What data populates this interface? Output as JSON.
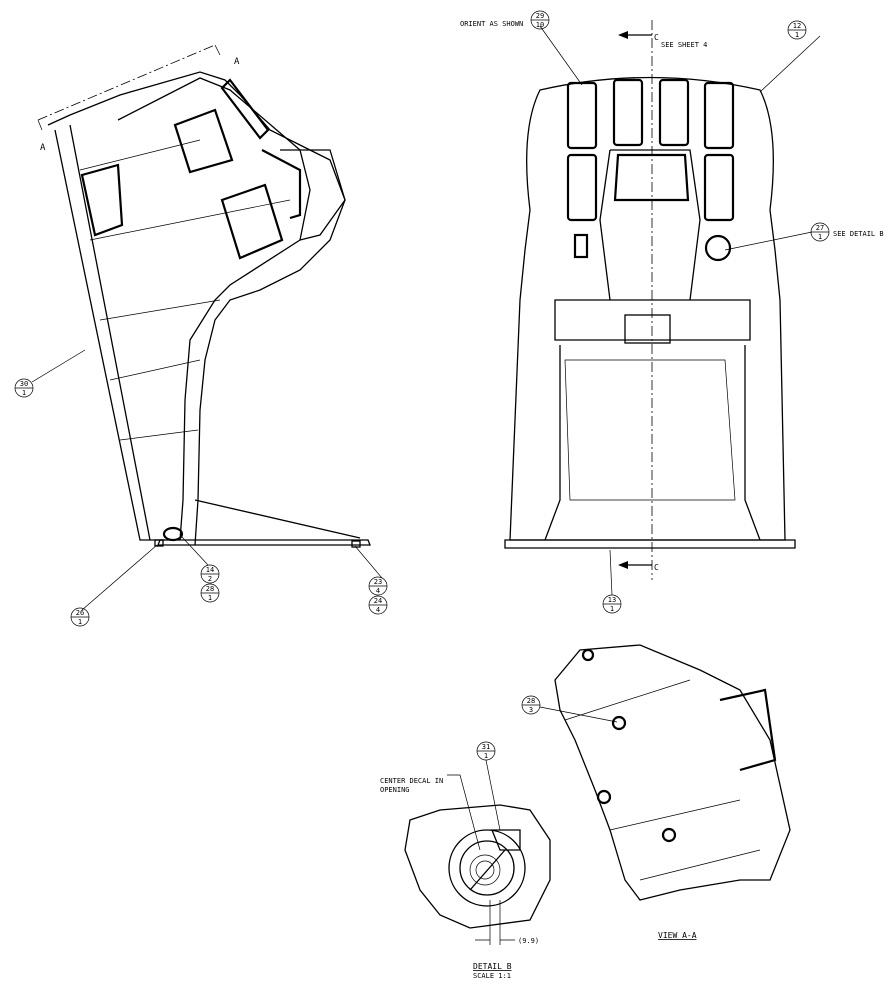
{
  "drawing": {
    "notes": {
      "orient": "ORIENT AS SHOWN",
      "see_sheet": "SEE SHEET 4",
      "see_detail": "SEE DETAIL B",
      "center_decal": [
        "CENTER DECAL IN",
        "OPENING"
      ],
      "dimension": "(9.9)"
    },
    "section_labels": {
      "section_c_top": "C",
      "section_c_bottom": "C",
      "view_a_left": "A",
      "view_a_right": "A"
    },
    "view_titles": {
      "view_aa": "VIEW  A-A",
      "detail_b": "DETAIL B",
      "detail_b_scale": "SCALE  1:1"
    },
    "balloons": [
      {
        "item": "29",
        "qty": "10"
      },
      {
        "item": "12",
        "qty": "1"
      },
      {
        "item": "27",
        "qty": "1"
      },
      {
        "item": "30",
        "qty": "1"
      },
      {
        "item": "14",
        "qty": "2"
      },
      {
        "item": "28",
        "qty": "1"
      },
      {
        "item": "26",
        "qty": "1"
      },
      {
        "item": "23",
        "qty": "4"
      },
      {
        "item": "24",
        "qty": "4"
      },
      {
        "item": "13",
        "qty": "1"
      },
      {
        "item": "28",
        "qty": "3"
      },
      {
        "item": "31",
        "qty": "1"
      }
    ]
  }
}
